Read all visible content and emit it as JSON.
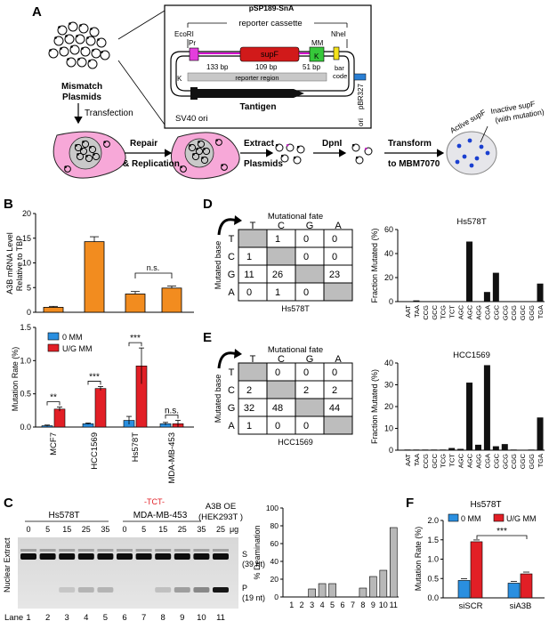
{
  "panel_letters": {
    "a": "A",
    "b": "B",
    "c": "C",
    "d": "D",
    "e": "E",
    "f": "F"
  },
  "panel_a": {
    "plasmid_name": "pSP189-SnA",
    "reporter_cassette": "reporter cassette",
    "ecori": "EcoRI",
    "pr": "Pr",
    "supf": "supF",
    "mm": "MM",
    "k_small": "K",
    "nhei": "NheI",
    "len_133": "133 bp",
    "len_109": "109 bp",
    "len_51": "51 bp",
    "bar_code": [
      "bar",
      "code"
    ],
    "k_left": "K",
    "reporter_region": "reporter region",
    "tantigen": "Tantigen",
    "pbr327": "pBR327",
    "ori": "ori",
    "sv40_ori": "SV40 ori",
    "mismatch_plasmids": [
      "Mismatch",
      "Plasmids"
    ],
    "transfection": "Transfection",
    "repair": "Repair",
    "replication": "& Replication",
    "extract": [
      "Extract",
      "Plasmids"
    ],
    "dpni": "DpnI",
    "transform": [
      "Transform",
      "to MBM7070"
    ],
    "active_supf": "Active supF",
    "inactive_supf": [
      "Inactive supF",
      "(with mutation)"
    ]
  },
  "panel_b_top": {
    "ylabel": [
      "A3B mRNA Level",
      "Relative to TBP"
    ],
    "yticks": [
      "0",
      "5",
      "10",
      "15",
      "20"
    ],
    "ns": "n.s.",
    "values": [
      1,
      14.3,
      3.7,
      4.9
    ],
    "errors": [
      0.2,
      1.0,
      0.5,
      0.4
    ],
    "color": "#f28c1f"
  },
  "panel_b_bottom": {
    "ylabel": "Mutation Rate (%)",
    "yticks": [
      "0.0",
      "0.5",
      "1.0",
      "1.5"
    ],
    "legend": [
      "0 MM",
      "U/G MM"
    ],
    "colors": [
      "#2a8fe0",
      "#e21f26"
    ],
    "categories": [
      "MCF7",
      "HCC1569",
      "Hs578T",
      "MDA-MB-453"
    ],
    "zero_mm": [
      0.02,
      0.05,
      0.1,
      0.05
    ],
    "zero_mm_err": [
      0.01,
      0.01,
      0.06,
      0.02
    ],
    "ug_mm": [
      0.27,
      0.58,
      0.92,
      0.05
    ],
    "ug_mm_err": [
      0.03,
      0.03,
      0.27,
      0.05
    ],
    "sig": [
      "**",
      "***",
      "***",
      "n.s."
    ]
  },
  "panel_d": {
    "title": "Mutational fate",
    "cols": [
      "T",
      "C",
      "G",
      "A"
    ],
    "rows": [
      "T",
      "C",
      "G",
      "A"
    ],
    "ylabel": "Mutated base",
    "cells": [
      [
        "",
        "1",
        "0",
        "0"
      ],
      [
        "1",
        "",
        "0",
        "0"
      ],
      [
        "11",
        "26",
        "",
        "23"
      ],
      [
        "0",
        "1",
        "0",
        ""
      ]
    ],
    "cell_line": "Hs578T"
  },
  "panel_e": {
    "title": "Mutational fate",
    "cols": [
      "T",
      "C",
      "G",
      "A"
    ],
    "rows": [
      "T",
      "C",
      "G",
      "A"
    ],
    "ylabel": "Mutated base",
    "cells": [
      [
        "",
        "0",
        "0",
        "0"
      ],
      [
        "2",
        "",
        "2",
        "2"
      ],
      [
        "32",
        "48",
        "",
        "44"
      ],
      [
        "1",
        "0",
        "0",
        ""
      ]
    ],
    "cell_line": "HCC1569"
  },
  "chart_data": [
    {
      "type": "bar",
      "title": "Hs578T",
      "ylabel": "Fraction Mutated (%)",
      "ylim": [
        0,
        60
      ],
      "yticks": [
        "0",
        "20",
        "40",
        "60"
      ],
      "categories": [
        "AAT",
        "TAA",
        "CCG",
        "GCC",
        "TCG",
        "TCT",
        "AGC",
        "AGC",
        "AGG",
        "CGA",
        "CGC",
        "GCG",
        "CGG",
        "GGC",
        "GGG",
        "TGA"
      ],
      "values": [
        0,
        1,
        0,
        0,
        0,
        0,
        0,
        50,
        0,
        8,
        24,
        0,
        0,
        0,
        0,
        15
      ]
    },
    {
      "type": "bar",
      "title": "HCC1569",
      "ylabel": "Fraction Mutated (%)",
      "ylim": [
        0,
        40
      ],
      "yticks": [
        "0",
        "10",
        "20",
        "30",
        "40"
      ],
      "categories": [
        "AAT",
        "TAA",
        "CCG",
        "GCC",
        "TCG",
        "TCT",
        "AGC",
        "AGC",
        "AGG",
        "CGA",
        "CGC",
        "GCG",
        "CGG",
        "GGC",
        "GGG",
        "TGA"
      ],
      "values": [
        0.3,
        0.3,
        0.3,
        0.3,
        0.3,
        1,
        0.6,
        31,
        2.5,
        39,
        1.8,
        2.8,
        0.3,
        0,
        0.3,
        15
      ]
    },
    {
      "type": "bar",
      "ylabel": "% Deamination",
      "ylim": [
        0,
        100
      ],
      "yticks": [
        "0",
        "20",
        "40",
        "60",
        "80",
        "100"
      ],
      "categories": [
        "1",
        "2",
        "3",
        "4",
        "5",
        "6",
        "7",
        "8",
        "9",
        "10",
        "11"
      ],
      "values": [
        0,
        0,
        9,
        15,
        15,
        0,
        0,
        10,
        23,
        30,
        78
      ]
    },
    {
      "type": "bar",
      "title": "Hs578T",
      "ylabel": "Mutation Rate (%)",
      "ylim": [
        0,
        2.0
      ],
      "yticks": [
        "0.0",
        "0.5",
        "1.0",
        "1.5",
        "2.0"
      ],
      "categories": [
        "siSCR",
        "siA3B"
      ],
      "series": [
        {
          "name": "0 MM",
          "values": [
            0.45,
            0.38
          ]
        },
        {
          "name": "U/G MM",
          "values": [
            1.45,
            0.62
          ]
        }
      ],
      "sig": "***"
    }
  ],
  "panel_c": {
    "tct": "-TCT-",
    "hs578t": "Hs578T",
    "mda": "MDA-MB-453",
    "a3b_oe": [
      "A3B OE",
      "(HEK293T )"
    ],
    "doses": [
      "0",
      "5",
      "15",
      "25",
      "35",
      "0",
      "5",
      "15",
      "25",
      "35",
      "25"
    ],
    "unit": "μg",
    "side_label": "Nuclear Extract",
    "s_label": [
      "S",
      "(39 nt)"
    ],
    "p_label": [
      "P",
      "(19 nt)"
    ],
    "lane_label": "Lane",
    "lanes": [
      "1",
      "2",
      "3",
      "4",
      "5",
      "6",
      "7",
      "8",
      "9",
      "10",
      "11"
    ],
    "product_intensity": [
      0,
      0,
      0.12,
      0.2,
      0.2,
      0,
      0,
      0.15,
      0.3,
      0.4,
      0.9
    ]
  }
}
